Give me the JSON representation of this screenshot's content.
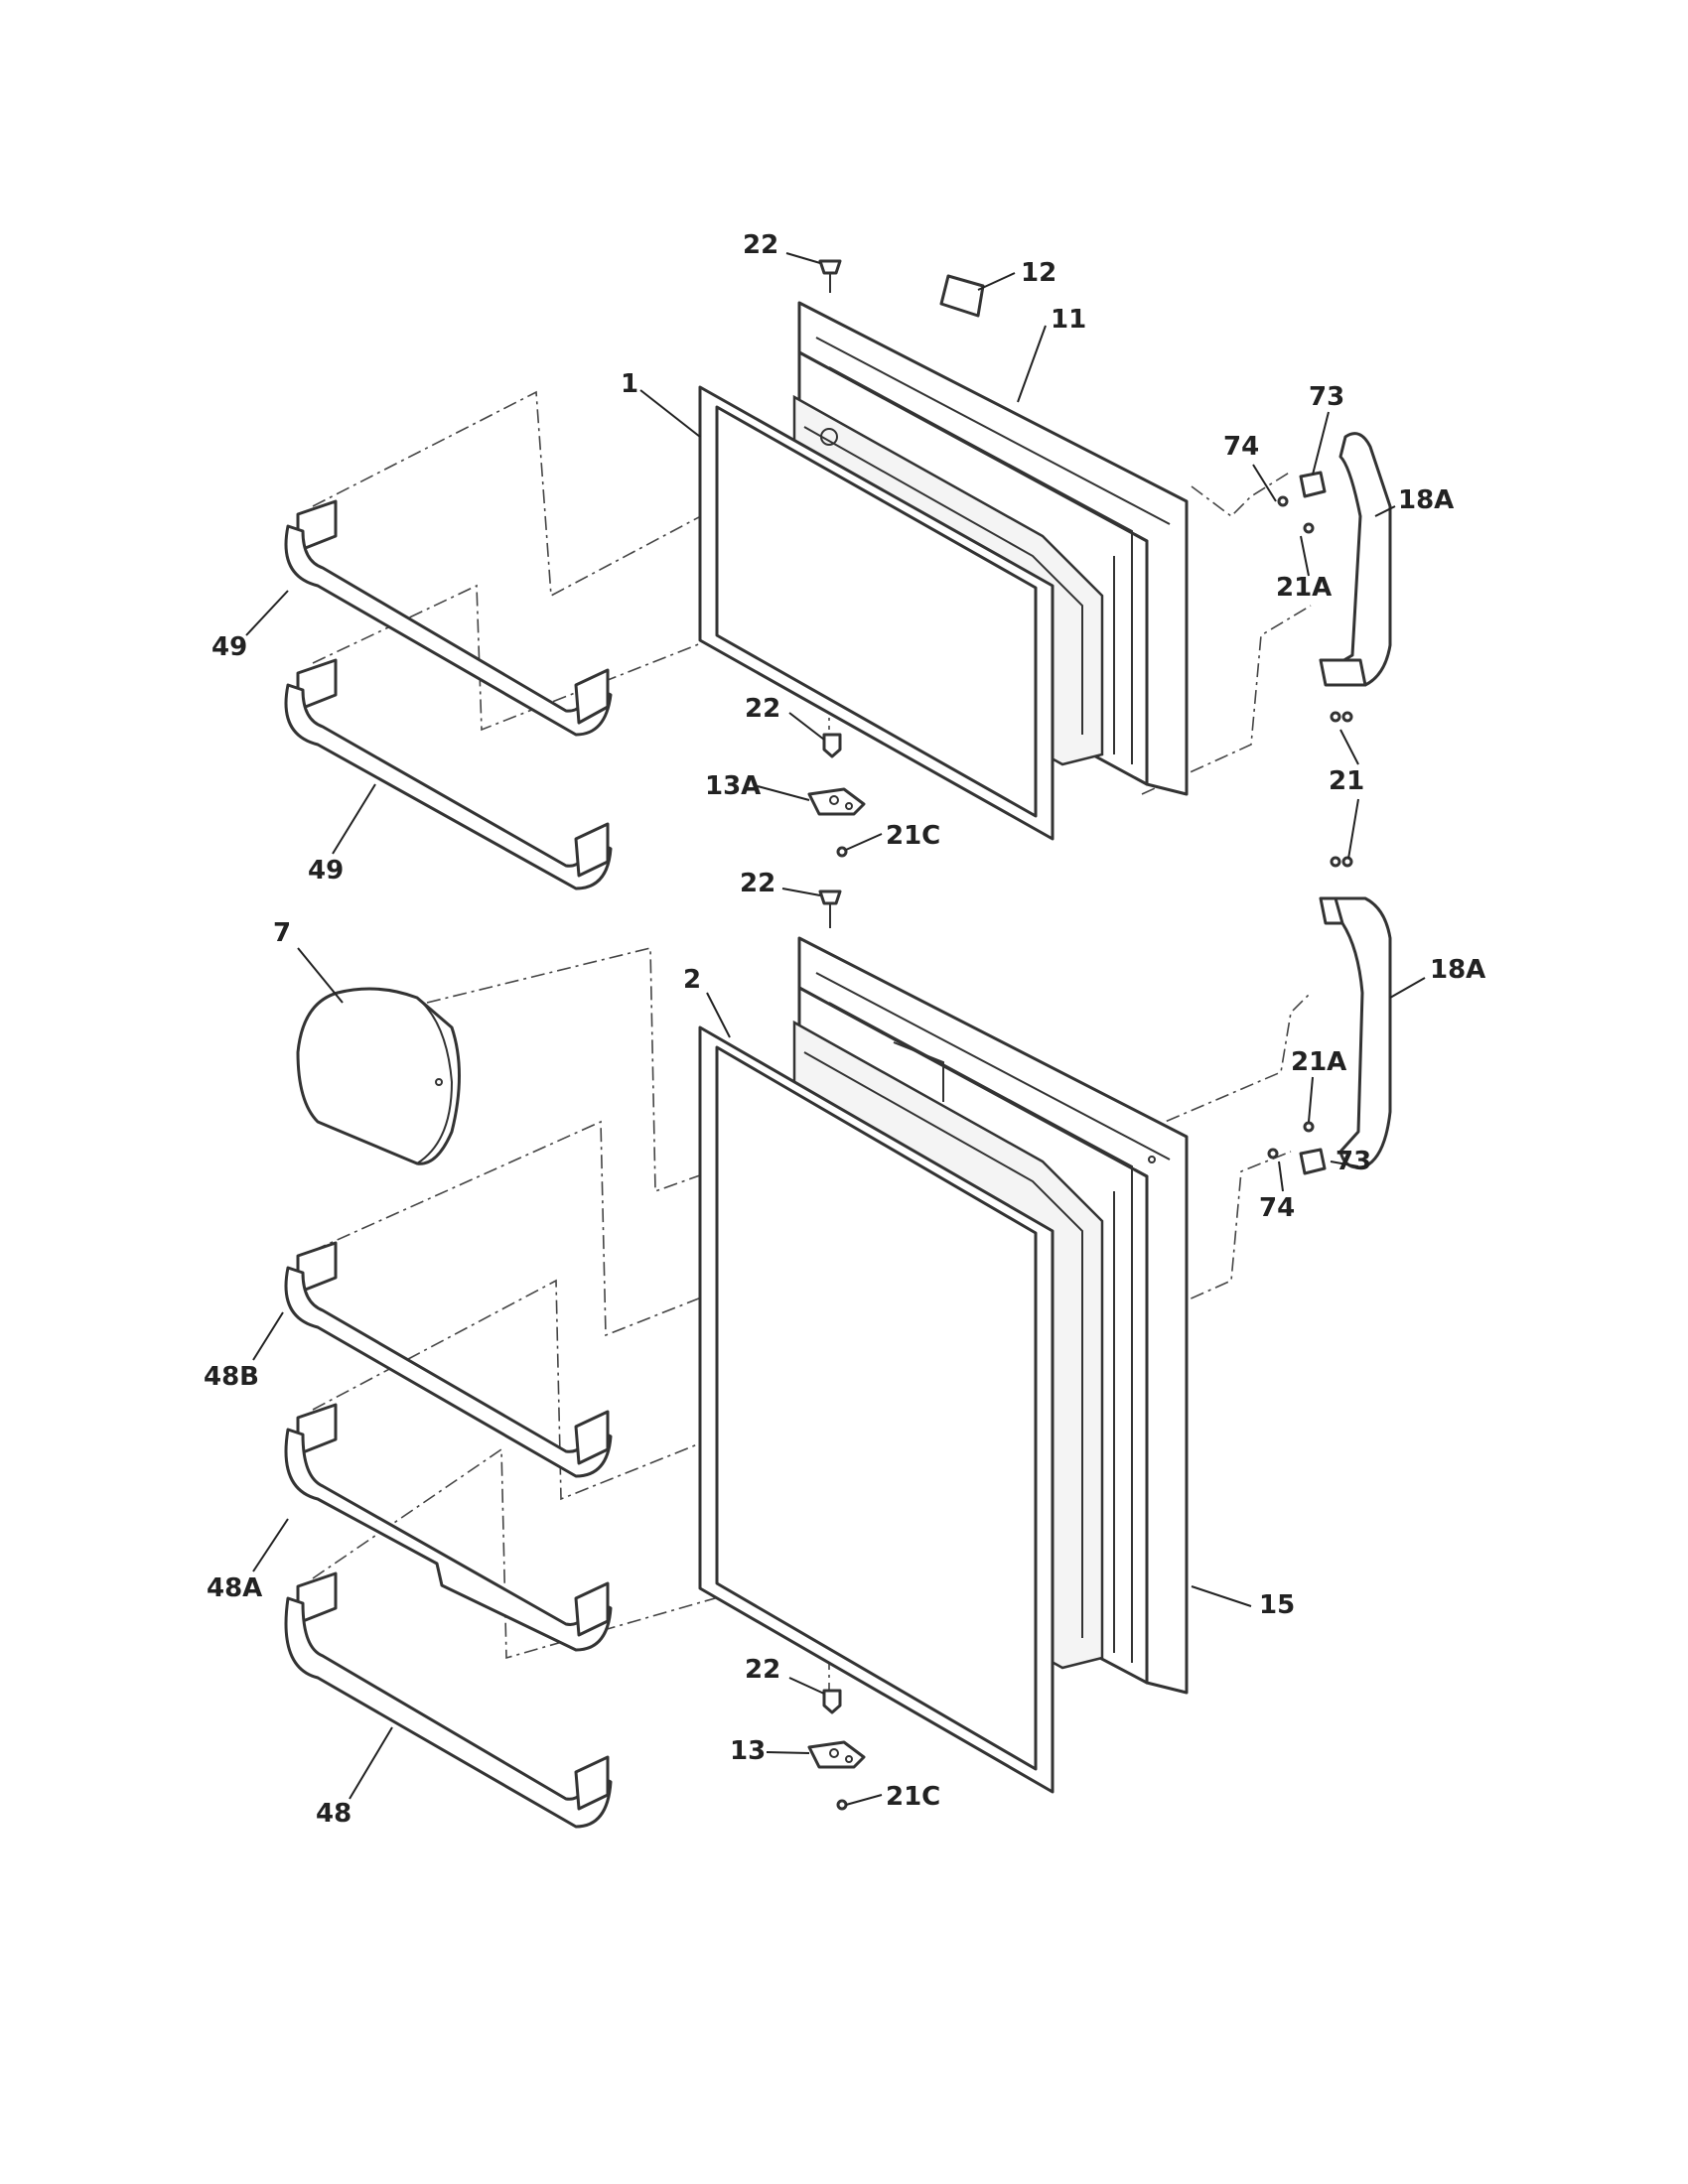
{
  "labels": {
    "l_22a": "22",
    "l_12": "12",
    "l_11": "11",
    "l_1": "1",
    "l_73a": "73",
    "l_74a": "74",
    "l_18Aa": "18A",
    "l_21Aa": "21A",
    "l_49a": "49",
    "l_49b": "49",
    "l_22b": "22",
    "l_13A": "13A",
    "l_21Ca": "21C",
    "l_21": "21",
    "l_22c": "22",
    "l_7": "7",
    "l_2": "2",
    "l_18Ab": "18A",
    "l_21Ab": "21A",
    "l_73b": "73",
    "l_74b": "74",
    "l_48B": "48B",
    "l_48A": "48A",
    "l_15": "15",
    "l_22d": "22",
    "l_13": "13",
    "l_21Cb": "21C",
    "l_48": "48"
  },
  "colors": {
    "line": "#333333",
    "background": "#ffffff"
  }
}
